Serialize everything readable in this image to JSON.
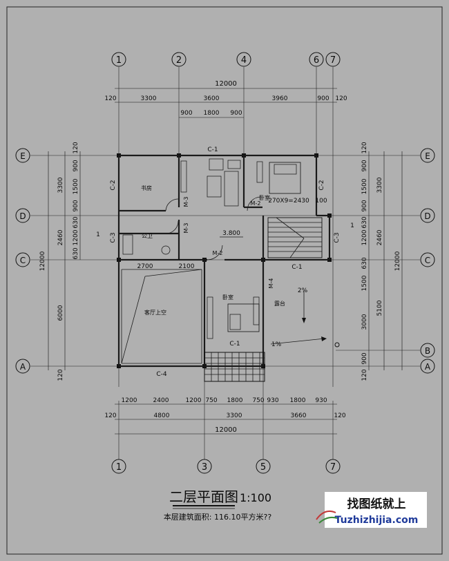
{
  "title": "二层平面图",
  "scale": "1:100",
  "area_note": "本层建筑面积: 116.10平方米??",
  "watermark": {
    "cn": "找图纸就上",
    "url": "Tuzhizhijia.com"
  },
  "grid_top": [
    "1",
    "2",
    "4",
    "6",
    "7"
  ],
  "grid_bottom": [
    "1",
    "3",
    "5",
    "7"
  ],
  "grid_left": [
    "E",
    "D",
    "C",
    "A"
  ],
  "grid_right": [
    "E",
    "D",
    "C",
    "B",
    "A"
  ],
  "dims_top_total": "12000",
  "dims_top_row": [
    "120",
    "3300",
    "3600",
    "3960",
    "900",
    "120"
  ],
  "dims_top_sub": [
    "900",
    "1800",
    "900"
  ],
  "dims_bottom_row1": [
    "1200",
    "2400",
    "1200",
    "750",
    "1800",
    "750",
    "930",
    "1800",
    "930"
  ],
  "dims_bottom_row2": [
    "120",
    "4800",
    "3300",
    "3660",
    "120"
  ],
  "dims_bottom_total": "12000",
  "dims_left_a": [
    "120",
    "900",
    "1500",
    "900",
    "630",
    "1200",
    "630"
  ],
  "dims_left_b": [
    "3300",
    "2460",
    "6000",
    "120"
  ],
  "dims_left_total": "12000",
  "dims_right_a": [
    "120",
    "900",
    "1500",
    "900",
    "630",
    "1200",
    "630",
    "1500",
    "3000",
    "900",
    "120"
  ],
  "dims_right_b": [
    "3300",
    "2460",
    "5100"
  ],
  "dims_right_total": "12000",
  "rooms": {
    "study": "书房",
    "bath": "公卫",
    "bedroom1": "卧室",
    "bedroom2": "卧室",
    "living_void": "客厅上空",
    "terrace": "露台"
  },
  "labels": {
    "c1_top": "C-1",
    "c2_left": "C-2",
    "c2_right": "C-2",
    "c3_left": "C-3",
    "c3_right": "C-3",
    "c1_mid": "C-1",
    "c1_bottom": "C-1",
    "c4": "C-4",
    "m3a": "M-3",
    "m3b": "M-3",
    "m2a": "M-2",
    "m2b": "M-2",
    "m4": "M-4",
    "elev": "3.800",
    "stair": "270X9=2430",
    "slope1": "2%",
    "slope2": "1%",
    "section_left": "1",
    "section_right": "1",
    "d2700": "2700",
    "d2100": "2100",
    "d100": "100"
  }
}
